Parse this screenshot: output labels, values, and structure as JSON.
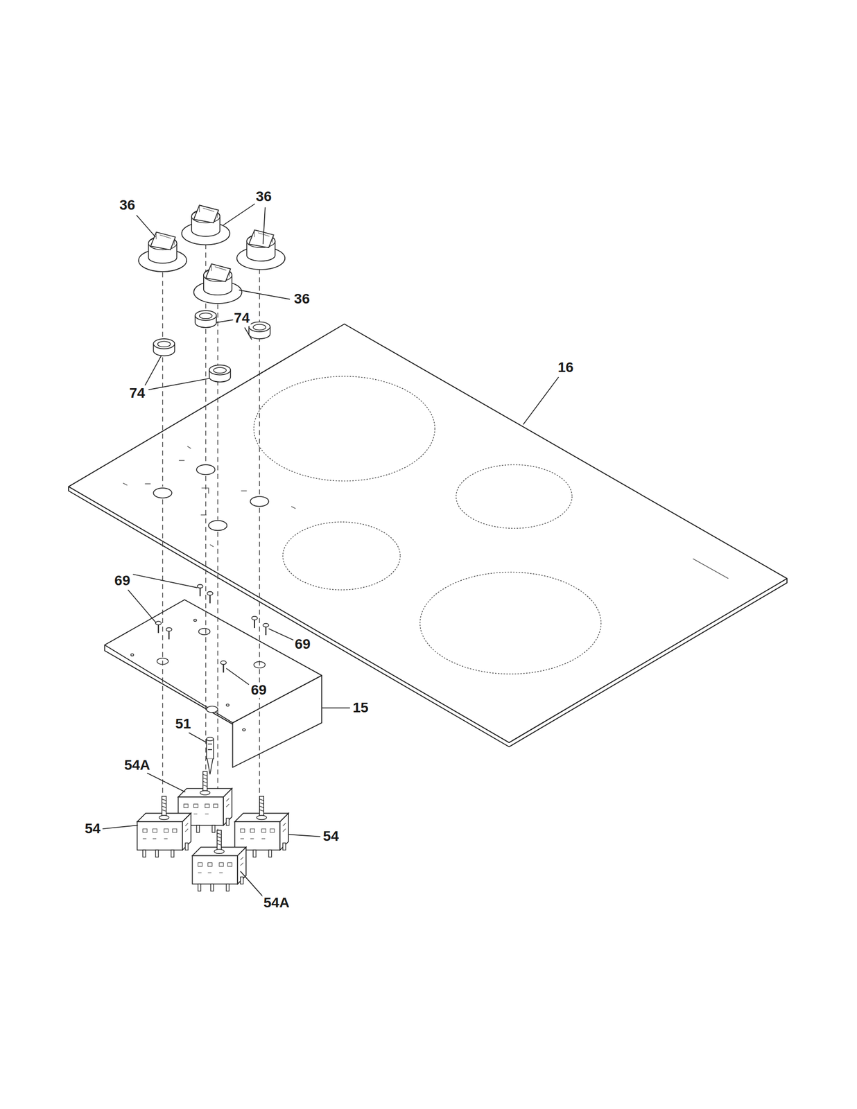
{
  "diagram": {
    "labels": [
      "36",
      "36",
      "36",
      "74",
      "16",
      "74",
      "69",
      "69",
      "69",
      "15",
      "51",
      "54A",
      "54",
      "54",
      "54A"
    ]
  }
}
